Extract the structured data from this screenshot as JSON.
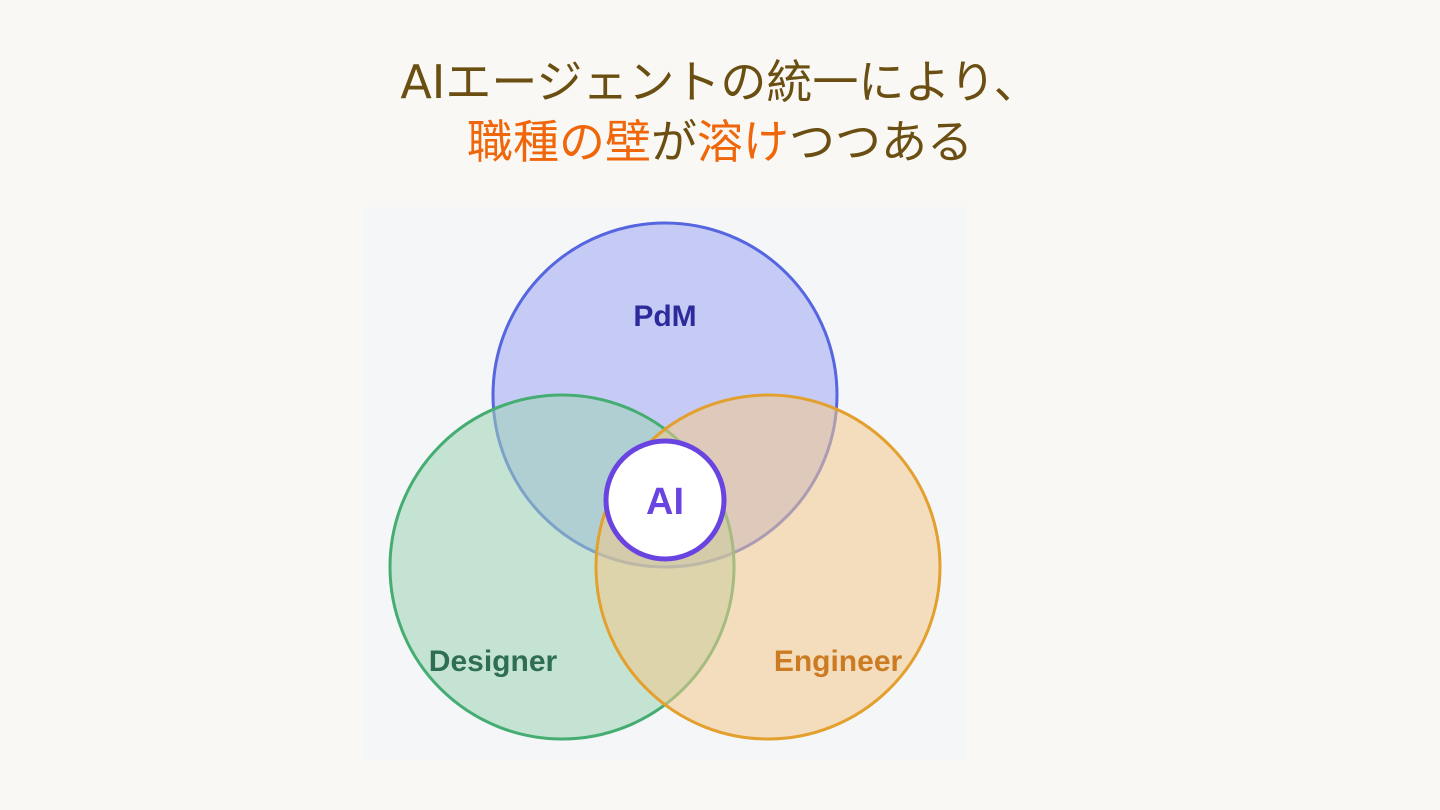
{
  "title": {
    "line1": "AIエージェントの統一により、",
    "line2": [
      {
        "text": "職種の壁",
        "accent": true
      },
      {
        "text": "が",
        "accent": false
      },
      {
        "text": "溶け",
        "accent": true
      },
      {
        "text": "つつある",
        "accent": false
      }
    ]
  },
  "venn": {
    "sets": [
      {
        "key": "pdm",
        "label": "PdM",
        "fill": "#a0a8f2",
        "stroke": "#5566e0",
        "label_color": "#2f2a9c"
      },
      {
        "key": "designer",
        "label": "Designer",
        "fill": "#9ed4b4",
        "stroke": "#45ad72",
        "label_color": "#2e6e52"
      },
      {
        "key": "engineer",
        "label": "Engineer",
        "fill": "#f2c98a",
        "stroke": "#e3a02e",
        "label_color": "#cc7b22"
      }
    ],
    "center": {
      "label": "AI",
      "fill": "#ffffff",
      "stroke": "#6a44e0",
      "label_color": "#6a44e0"
    }
  }
}
